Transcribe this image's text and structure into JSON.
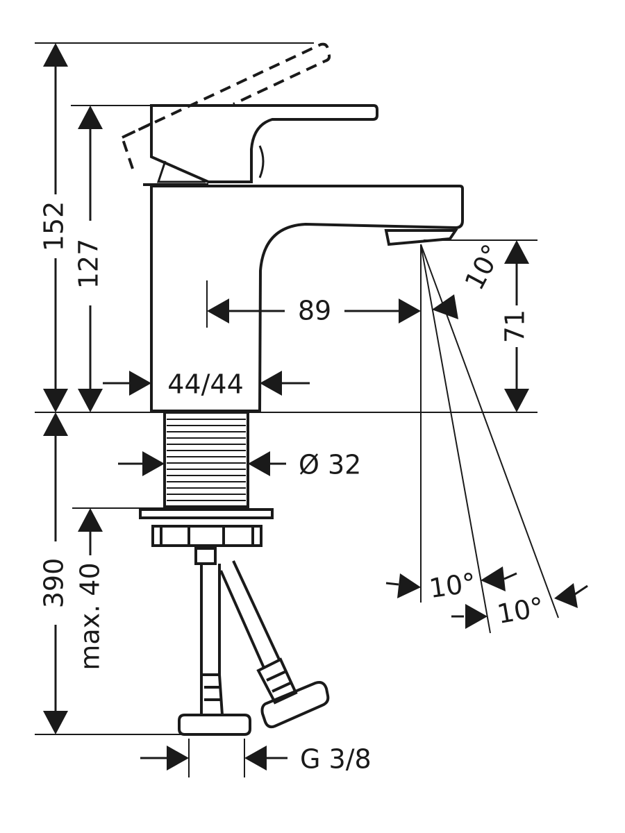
{
  "dimensions": {
    "total_height": "152",
    "body_height": "127",
    "spout_reach": "89",
    "spout_clearance": "71",
    "base_size": "44/44",
    "shank_diameter": "Ø 32",
    "supply_length": "390",
    "max_thickness": "max. 40",
    "thread": "G 3/8",
    "angle_spout": "10°",
    "angle_left": "10°",
    "angle_right": "10°"
  },
  "colors": {
    "ink": "#1a1a1a",
    "background": "#ffffff"
  }
}
